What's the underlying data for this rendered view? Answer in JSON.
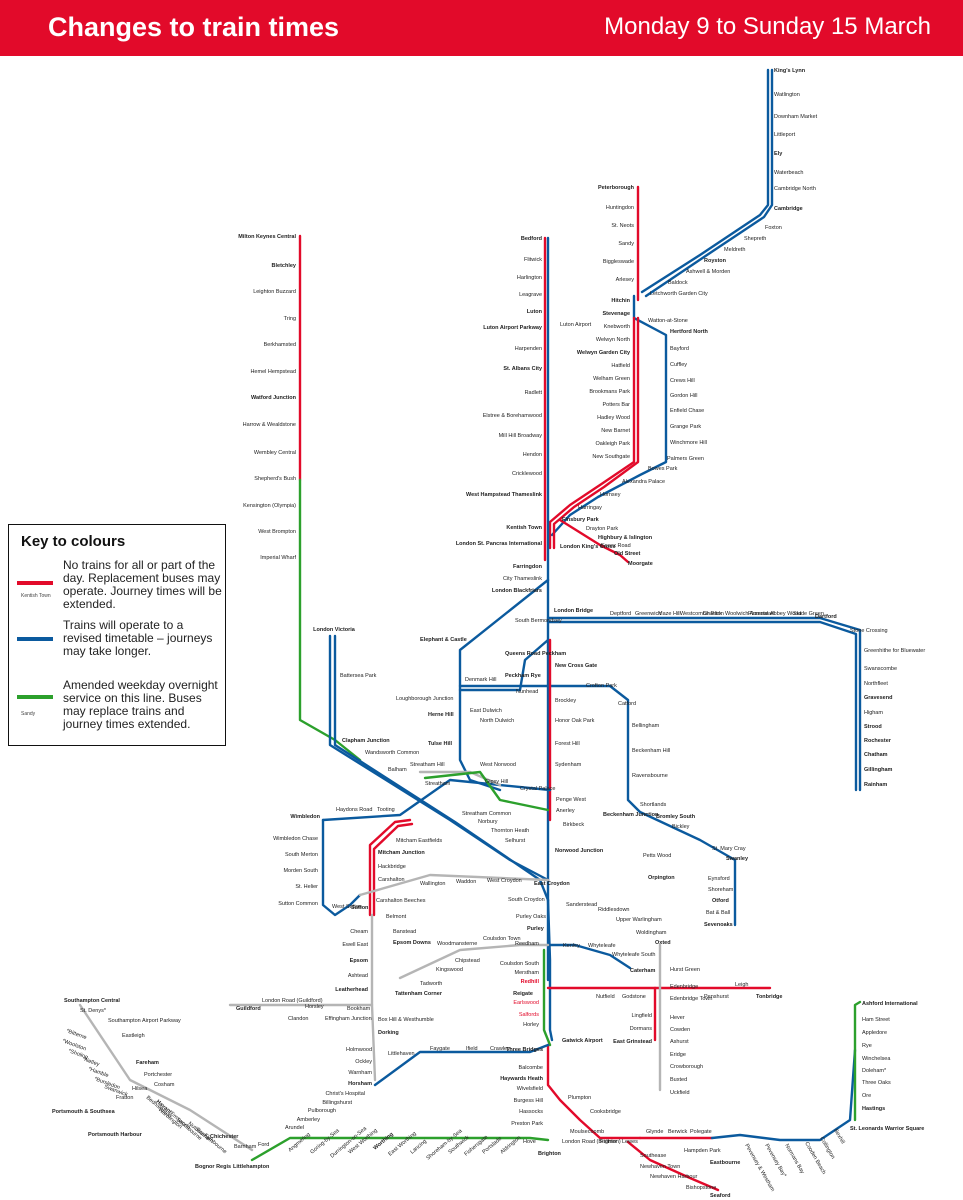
{
  "header": {
    "title": "Changes to train times",
    "dates": "Monday 9 to Sunday 15 March"
  },
  "key": {
    "heading": "Key to colours",
    "items": [
      {
        "color": "#e20a2a",
        "text": "No trains for all or part of the day. Replacement buses may operate. Journey times will be extended.",
        "example": "Kentish Town"
      },
      {
        "color": "#0b5a9e",
        "text": "Trains will operate to a revised timetable – journeys may take longer.",
        "example": ""
      },
      {
        "color": "#2ca02c",
        "text": "Amended weekday overnight service on this line. Buses may replace trains and journey times extended.",
        "example": "Sandy"
      }
    ]
  },
  "colors": {
    "red": "#e20a2a",
    "blue": "#0b5a9e",
    "green": "#2ca02c",
    "grey": "#b5b5b5"
  },
  "stations": {
    "kings_lynn": "King's Lynn",
    "watlington": "Watlington",
    "downham_market": "Downham Market",
    "littleport": "Littleport",
    "ely": "Ely",
    "waterbeach": "Waterbeach",
    "cambridge_north": "Cambridge North",
    "cambridge": "Cambridge",
    "foxton": "Foxton",
    "shepreth": "Shepreth",
    "meldreth": "Meldreth",
    "royston": "Royston",
    "ashwell": "Ashwell & Morden",
    "baldock": "Baldock",
    "letchworth": "Letchworth Garden City",
    "peterborough": "Peterborough",
    "huntingdon": "Huntingdon",
    "st_neots": "St. Neots",
    "sandy": "Sandy",
    "biggleswade": "Biggleswade",
    "arlesey": "Arlesey",
    "hitchin": "Hitchin",
    "stevenage": "Stevenage",
    "knebworth": "Knebworth",
    "welwyn_north": "Welwyn North",
    "welwyn_gc": "Welwyn Garden City",
    "hatfield": "Hatfield",
    "welham_green": "Welham Green",
    "brookmans_park": "Brookmans Park",
    "potters_bar": "Potters Bar",
    "hadley_wood": "Hadley Wood",
    "new_barnet": "New Barnet",
    "oakleigh_park": "Oakleigh Park",
    "new_southgate": "New Southgate",
    "watton": "Watton-at-Stone",
    "hertford_north": "Hertford North",
    "bayford": "Bayford",
    "cuffley": "Cuffley",
    "crews_hill": "Crews Hill",
    "gordon_hill": "Gordon Hill",
    "enfield_chase": "Enfield Chase",
    "grange_park": "Grange Park",
    "winchmore_hill": "Winchmore Hill",
    "palmers_green": "Palmers Green",
    "bowes_park": "Bowes Park",
    "alexandra_palace": "Alexandra Palace",
    "hornsey": "Hornsey",
    "harringay": "Harringay",
    "finsbury_park": "Finsbury Park",
    "drayton_park": "Drayton Park",
    "highbury": "Highbury & Islington",
    "essex_road": "Essex Road",
    "old_street": "Old Street",
    "moorgate": "Moorgate",
    "bedford": "Bedford",
    "flitwick": "Flitwick",
    "harlington": "Harlington",
    "leagrave": "Leagrave",
    "luton": "Luton",
    "luton_airport_parkway": "Luton Airport Parkway",
    "luton_airport": "Luton Airport",
    "harpenden": "Harpenden",
    "st_albans": "St. Albans City",
    "radlett": "Radlett",
    "elstree": "Elstree & Borehamwood",
    "mill_hill": "Mill Hill Broadway",
    "hendon": "Hendon",
    "cricklewood": "Cricklewood",
    "west_hampstead": "West Hampstead Thameslink",
    "kentish_town": "Kentish Town",
    "st_pancras": "London St. Pancras International",
    "kings_cross": "London King's Cross",
    "farringdon": "Farringdon",
    "city_thameslink": "City Thameslink",
    "blackfriars": "London Blackfriars",
    "milton_keynes": "Milton Keynes Central",
    "bletchley": "Bletchley",
    "leighton_buzzard": "Leighton Buzzard",
    "tring": "Tring",
    "berkhamsted": "Berkhamsted",
    "hemel": "Hemel Hempstead",
    "watford": "Watford Junction",
    "harrow": "Harrow & Wealdstone",
    "wembley": "Wembley Central",
    "shepherds_bush": "Shepherd's Bush",
    "kensington": "Kensington (Olympia)",
    "west_brompton": "West Brompton",
    "imperial_wharf": "Imperial Wharf",
    "victoria": "London Victoria",
    "battersea": "Battersea Park",
    "clapham": "Clapham Junction",
    "wandsworth": "Wandsworth Common",
    "balham": "Balham",
    "streatham_hill": "Streatham Hill",
    "west_norwood": "West Norwood",
    "streatham": "Streatham",
    "london_bridge": "London Bridge",
    "south_bermondsey": "South Bermondsey",
    "elephant": "Elephant & Castle",
    "queens_road": "Queens Road Peckham",
    "peckham_rye": "Peckham Rye",
    "denmark_hill": "Denmark Hill",
    "nunhead": "Nunhead",
    "new_cross_gate": "New Cross Gate",
    "crofton_park": "Crofton Park",
    "catford": "Catford",
    "bellingham": "Bellingham",
    "beckenham_hill": "Beckenham Hill",
    "ravensbourne": "Ravensbourne",
    "shortlands": "Shortlands",
    "bromley_south": "Bromley South",
    "bickley": "Bickley",
    "st_mary_cray": "St. Mary Cray",
    "swanley": "Swanley",
    "eynsford": "Eynsford",
    "shoreham": "Shoreham",
    "otford": "Otford",
    "bat_ball": "Bat & Ball",
    "sevenoaks": "Sevenoaks",
    "petts_wood": "Petts Wood",
    "orpington": "Orpington",
    "deptford": "Deptford",
    "greenwich": "Greenwich",
    "maze_hill": "Maze Hill",
    "westcombe": "Westcombe Park",
    "charlton": "Charlton",
    "woolwich": "Woolwich Arsenal",
    "plumstead": "Plumstead",
    "abbey_wood": "Abbey Wood",
    "slade_green": "Slade Green",
    "dartford": "Dartford",
    "stone_crossing": "Stone Crossing",
    "greenhithe": "Greenhithe for Bluewater",
    "swanscombe": "Swanscombe",
    "northfleet": "Northfleet",
    "gravesend": "Gravesend",
    "higham": "Higham",
    "strood": "Strood",
    "rochester": "Rochester",
    "chatham": "Chatham",
    "gillingham": "Gillingham",
    "rainham": "Rainham",
    "brockley": "Brockley",
    "honor_oak": "Honor Oak Park",
    "forest_hill": "Forest Hill",
    "sydenham": "Sydenham",
    "crystal_palace": "Crystal Palace",
    "penge_west": "Penge West",
    "anerley": "Anerley",
    "birkbeck": "Birkbeck",
    "beckenham_jn": "Beckenham Junction",
    "norwood_jn": "Norwood Junction",
    "east_croydon": "East Croydon",
    "west_croydon": "West Croydon",
    "south_croydon": "South Croydon",
    "purley_oaks": "Purley Oaks",
    "purley": "Purley",
    "loughborough_jn": "Loughborough Junction",
    "herne_hill": "Herne Hill",
    "tulse_hill": "Tulse Hill",
    "east_dulwich": "East Dulwich",
    "north_dulwich": "North Dulwich",
    "gipsy_hill": "Gipsy Hill",
    "streatham_common": "Streatham Common",
    "norbury": "Norbury",
    "thornton_heath": "Thornton Heath",
    "selhurst": "Selhurst",
    "wimbledon": "Wimbledon",
    "haydons_road": "Haydons Road",
    "tooting": "Tooting",
    "mitcham_eastfields": "Mitcham Eastfields",
    "mitcham_jn": "Mitcham Junction",
    "hackbridge": "Hackbridge",
    "carshalton": "Carshalton",
    "sutton": "Sutton",
    "west_sutton": "West Sutton",
    "sutton_common": "Sutton Common",
    "st_helier": "St. Helier",
    "morden_south": "Morden South",
    "south_merton": "South Merton",
    "wimbledon_chase": "Wimbledon Chase",
    "wallington": "Wallington",
    "waddon": "Waddon",
    "carshalton_beeches": "Carshalton Beeches",
    "belmont": "Belmont",
    "banstead": "Banstead",
    "cheam": "Cheam",
    "ewell_east": "Ewell East",
    "epsom_downs": "Epsom Downs",
    "epsom": "Epsom",
    "ashtead": "Ashtead",
    "leatherhead": "Leatherhead",
    "box_hill": "Box Hill & Westhumble",
    "dorking": "Dorking",
    "holmwood": "Holmwood",
    "ockley": "Ockley",
    "warnham": "Warnham",
    "horsham": "Horsham",
    "christs_hospital": "Christ's Hospital",
    "billingshurst": "Billingshurst",
    "pulborough": "Pulborough",
    "amberley": "Amberley",
    "arundel": "Arundel",
    "guildford": "Guildford",
    "london_road_guildford": "London Road (Guildford)",
    "clandon": "Clandon",
    "horsley": "Horsley",
    "effingham": "Effingham Junction",
    "bookham": "Bookham",
    "sanderstead": "Sanderstead",
    "riddlesdown": "Riddlesdown",
    "upper_warlingham": "Upper Warlingham",
    "woldingham": "Woldingham",
    "oxted": "Oxted",
    "hurst_green": "Hurst Green",
    "edenbridge": "Edenbridge",
    "edenbridge_town": "Edenbridge Town",
    "penshurst": "Penshurst",
    "leigh": "Leigh",
    "tonbridge": "Tonbridge",
    "hever": "Hever",
    "cowden": "Cowden",
    "ashurst": "Ashurst",
    "eridge": "Eridge",
    "crowborough": "Crowborough",
    "buxted": "Buxted",
    "uckfield": "Uckfield",
    "kenley": "Kenley",
    "whyteleafe": "Whyteleafe",
    "whyteleafe_south": "Whyteleafe South",
    "caterham": "Caterham",
    "woodmansterne": "Woodmansterne",
    "coulsdon_town": "Coulsdon Town",
    "reedham": "Reedham",
    "chipstead": "Chipstead",
    "kingswood": "Kingswood",
    "tadworth": "Tadworth",
    "tattenham": "Tattenham Corner",
    "coulsdon_south": "Coulsdon South",
    "merstham": "Merstham",
    "redhill": "Redhill",
    "reigate": "Reigate",
    "nutfield": "Nutfield",
    "godstone": "Godstone",
    "earlswood": "Earlswood",
    "salfords": "Salfords",
    "horley": "Horley",
    "gatwick": "Gatwick Airport",
    "lingfield": "Lingfield",
    "dormans": "Dormans",
    "east_grinstead": "East Grinstead",
    "three_bridges": "Three Bridges",
    "faygate": "Faygate",
    "ifield": "Ifield",
    "crawley": "Crawley",
    "littlehaven": "Littlehaven",
    "balcombe": "Balcombe",
    "haywards_heath": "Haywards Heath",
    "wivelsfield": "Wivelsfield",
    "burgess_hill": "Burgess Hill",
    "hassocks": "Hassocks",
    "preston_park": "Preston Park",
    "brighton": "Brighton",
    "hove": "Hove",
    "london_road_brighton": "London Road (Brighton)",
    "moulsecoomb": "Moulsecoomb",
    "falmer": "Falmer",
    "lewes": "Lewes",
    "plumpton": "Plumpton",
    "cooksbridge": "Cooksbridge",
    "glynde": "Glynde",
    "berwick": "Berwick",
    "polegate": "Polegate",
    "hampden_park": "Hampden Park",
    "eastbourne": "Eastbourne",
    "southease": "Southease",
    "newhaven_town": "Newhaven Town",
    "newhaven_harbour": "Newhaven Harbour",
    "bishopstone": "Bishopstone",
    "seaford": "Seaford",
    "pevensey_westham": "Pevensey & Westham",
    "pevensey_bay": "Pevensey Bay*",
    "normans_bay": "Normans Bay",
    "cooden_beach": "Cooden Beach",
    "collington": "Collington",
    "bexhill": "Bexhill",
    "st_leonards": "St. Leonards Warrior Square",
    "hastings": "Hastings",
    "ore": "Ore",
    "three_oaks": "Three Oaks",
    "doleham": "Doleham*",
    "winchelsea": "Winchelsea",
    "rye": "Rye",
    "appledore": "Appledore",
    "ham_street": "Ham Street",
    "ashford": "Ashford International",
    "littlehampton": "Littlehampton",
    "bognor": "Bognor Regis",
    "barnham": "Barnham",
    "ford": "Ford",
    "chichester": "Chichester",
    "angmering": "Angmering",
    "goring": "Goring-by-Sea",
    "durrington": "Durrington-on-Sea",
    "west_worthing": "West Worthing",
    "worthing": "Worthing",
    "east_worthing": "East Worthing",
    "lancing": "Lancing",
    "shoreham_by_sea": "Shoreham-by-Sea",
    "southwick": "Southwick",
    "fishersgate": "Fishersgate",
    "portslade": "Portslade",
    "aldrington": "Aldrington",
    "southampton": "Southampton Central",
    "st_denys": "St. Denys*",
    "southampton_airport": "Southampton Airport Parkway",
    "eastleigh": "Eastleigh",
    "bitterne": "*Bitterne",
    "woolston": "*Woolston",
    "sholing": "*Sholing",
    "netley": "*Netley",
    "hamble": "*Hamble",
    "bursledon": "*Bursledon",
    "swanwick": "Swanwick",
    "fareham": "Fareham",
    "portchester": "Portchester",
    "cosham": "Cosham",
    "hilsea": "Hilsea",
    "fratton": "Fratton",
    "portsmouth": "Portsmouth & Southsea",
    "portsmouth_harbour": "Portsmouth Harbour",
    "bedhampton": "Bedhampton",
    "havant": "Havant",
    "warblington": "Warblington",
    "emsworth": "Emsworth",
    "southbourne": "Southbourne",
    "nutbourne": "Nutbourne",
    "bosham": "Bosham",
    "fishbourne": "Fishbourne"
  }
}
